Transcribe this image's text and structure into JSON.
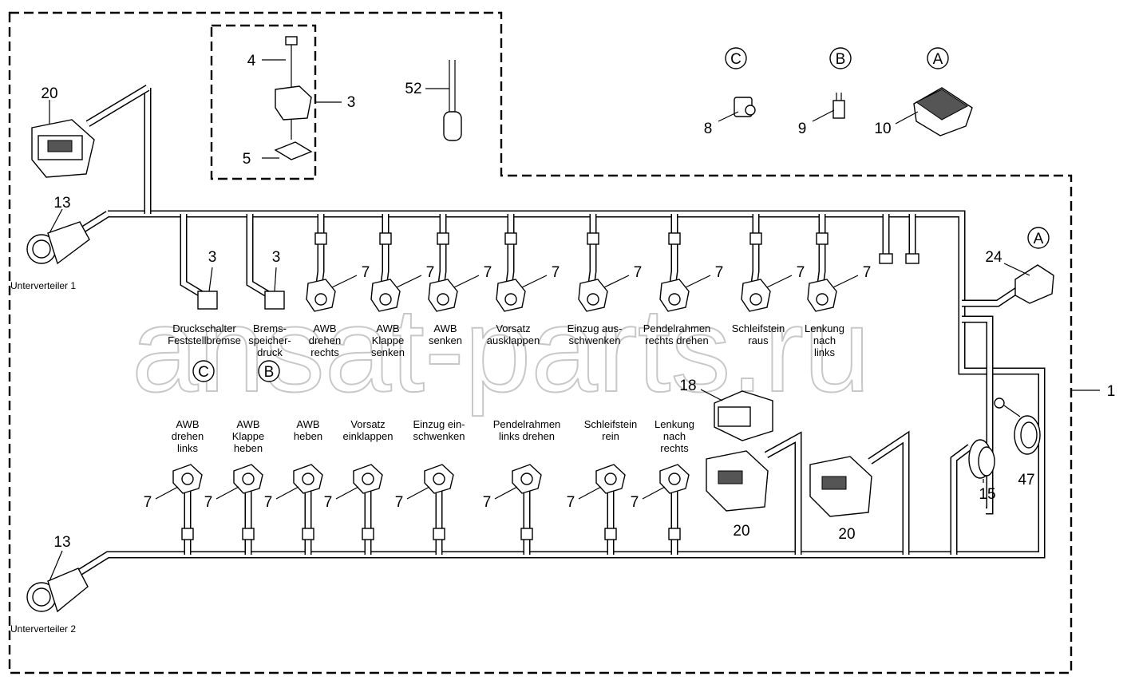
{
  "callouts": {
    "c1": "1",
    "c3a": "3",
    "c3b": "3",
    "c3c": "3",
    "c4": "4",
    "c5": "5",
    "c8": "8",
    "c9": "9",
    "c10": "10",
    "c52": "52",
    "c13a": "13",
    "c13b": "13",
    "c15": "15",
    "c18": "18",
    "c20a": "20",
    "c20b": "20",
    "c20c": "20",
    "c24": "24",
    "c47": "47",
    "c7": "7"
  },
  "circle_letters": {
    "a_top": "A",
    "b_top": "B",
    "c_top": "C",
    "a_right": "A",
    "b_low": "B",
    "c_low": "C"
  },
  "sub_distributors": {
    "one": "Unterverteiler 1",
    "two": "Unterverteiler 2"
  },
  "upper_labels": [
    [
      "Druckschalter",
      "Feststellbremse"
    ],
    [
      "Brems-",
      "speicher-",
      "druck"
    ],
    [
      "AWB",
      "drehen",
      "rechts"
    ],
    [
      "AWB",
      "Klappe",
      "senken"
    ],
    [
      "AWB",
      "senken"
    ],
    [
      "Vorsatz",
      "ausklappen"
    ],
    [
      "Einzug aus-",
      "schwenken"
    ],
    [
      "Pendelrahmen",
      "rechts drehen"
    ],
    [
      "Schleifstein",
      "raus"
    ],
    [
      "Lenkung",
      "nach",
      "links"
    ]
  ],
  "lower_labels": [
    [
      "AWB",
      "drehen",
      "links"
    ],
    [
      "AWB",
      "Klappe",
      "heben"
    ],
    [
      "AWB",
      "heben"
    ],
    [
      "Vorsatz",
      "einklappen"
    ],
    [
      "Einzug ein-",
      "schwenken"
    ],
    [
      "Pendelrahmen",
      "links drehen"
    ],
    [
      "Schleifstein",
      "rein"
    ],
    [
      "Lenkung",
      "nach",
      "rechts"
    ]
  ],
  "watermark": "ansat-parts.ru"
}
